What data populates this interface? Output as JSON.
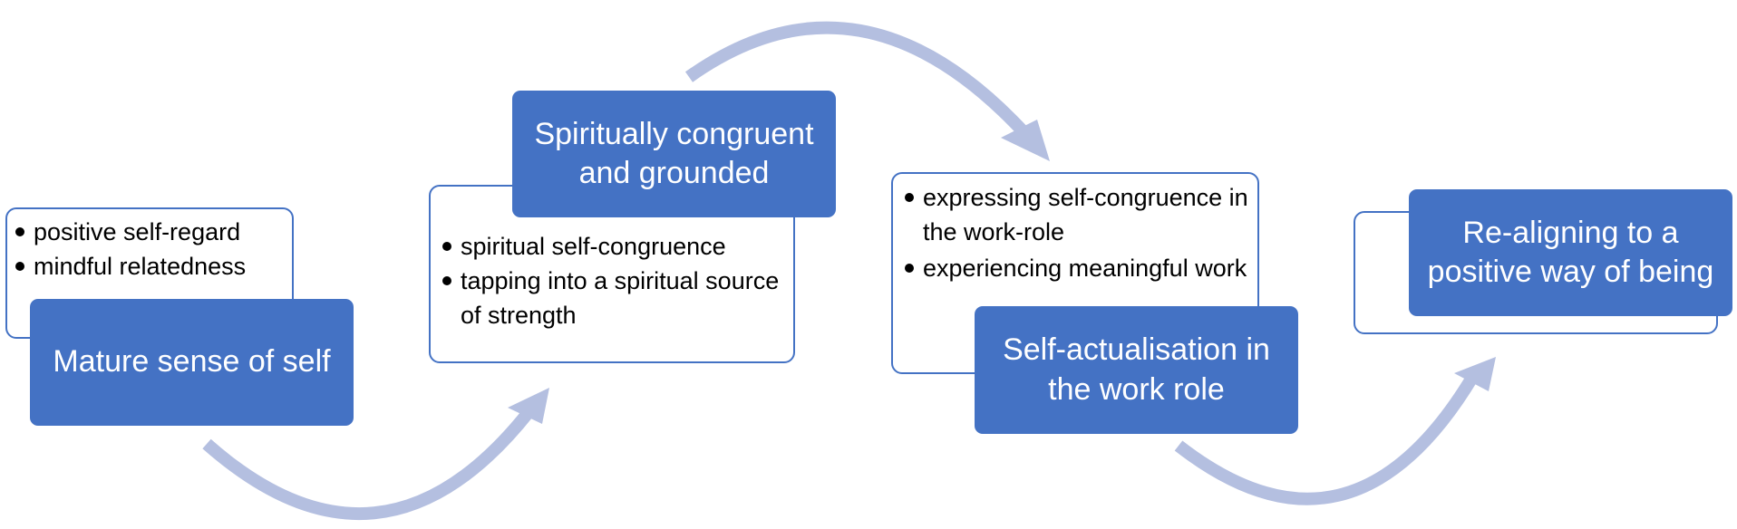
{
  "colors": {
    "box_fill": "#4472c4",
    "box_border": "#4472c4",
    "arrow": "#b4bfe0"
  },
  "stages": [
    {
      "title": "Mature sense of self",
      "bullets": [
        "positive self-regard",
        "mindful relatedness"
      ]
    },
    {
      "title": "Spiritually congruent and grounded",
      "bullets": [
        "spiritual self-congruence",
        "tapping into a spiritual source of strength"
      ]
    },
    {
      "title": "Self-actualisation in the work role",
      "bullets": [
        "expressing self-congruence in the work-role",
        "experiencing meaningful work"
      ]
    },
    {
      "title": "Re-aligning to a positive way of being",
      "bullets": []
    }
  ]
}
